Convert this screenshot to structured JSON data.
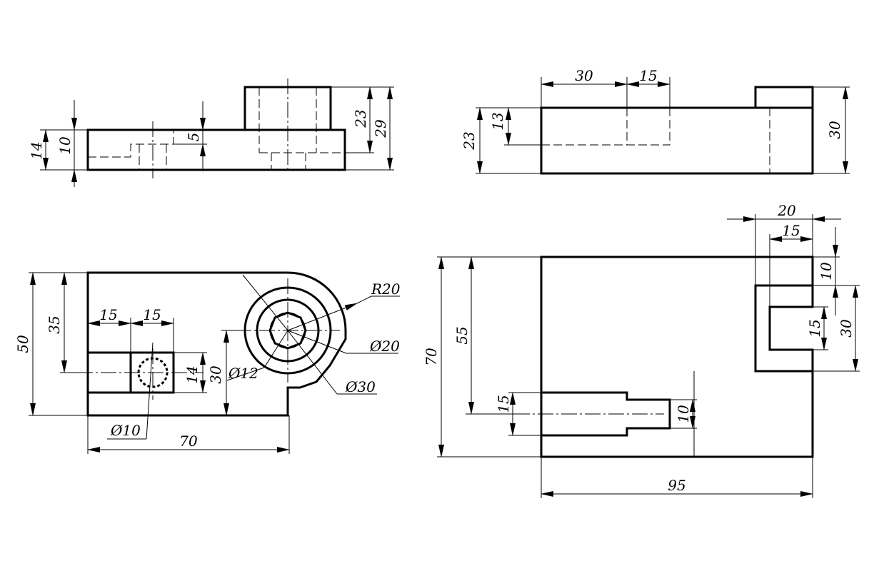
{
  "colors": {
    "line": "#000000",
    "background": "#ffffff"
  },
  "front_view": {
    "dims": {
      "d14": "14",
      "d10": "10",
      "d5": "5",
      "d23": "23",
      "d29": "29"
    }
  },
  "side_view": {
    "dims": {
      "d30_top": "30",
      "d15_top": "15",
      "d23": "23",
      "d13": "13",
      "d30_right": "30"
    }
  },
  "top_view": {
    "dims": {
      "d15a": "15",
      "d15b": "15",
      "d50": "50",
      "d35": "35",
      "d14": "14",
      "d30": "30",
      "r20": "R20",
      "phi20": "Ø20",
      "phi12": "Ø12",
      "phi30": "Ø30",
      "phi10": "Ø10",
      "d70": "70"
    }
  },
  "plan_view": {
    "dims": {
      "d20": "20",
      "d15_top": "15",
      "d10_right": "10",
      "d15_right": "15",
      "d30_right": "30",
      "d70": "70",
      "d55": "55",
      "d15_left": "15",
      "d10_mid": "10",
      "d95": "95"
    }
  }
}
